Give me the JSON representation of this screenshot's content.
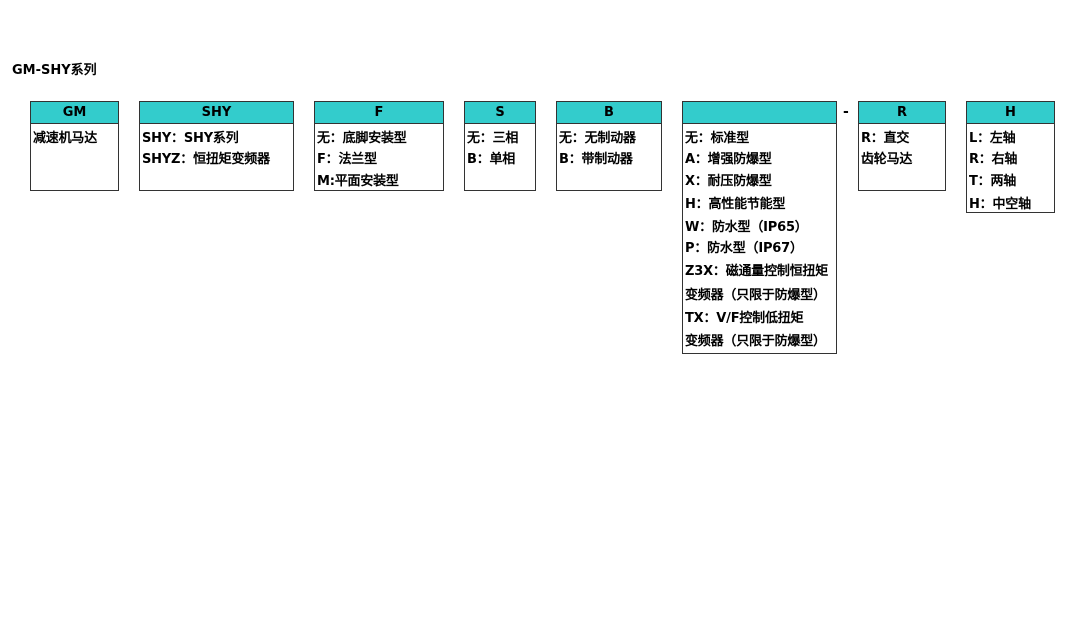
{
  "title": "GM-SHY系列",
  "separator": "-",
  "columns": [
    {
      "code": "GM",
      "lines": [
        "减速机马达"
      ]
    },
    {
      "code": "SHY",
      "lines": [
        "SHY：SHY系列",
        "SHYZ：恒扭矩变频器"
      ]
    },
    {
      "code": "F",
      "lines": [
        "无：底脚安装型",
        "F：法兰型",
        "M:平面安装型"
      ]
    },
    {
      "code": "S",
      "lines": [
        "无：三相",
        "B：单相"
      ]
    },
    {
      "code": "B",
      "lines": [
        "无：无制动器",
        "B：带制动器"
      ]
    },
    {
      "code": "",
      "lines": [
        "无：标准型",
        "A：增强防爆型",
        "X：耐压防爆型",
        "H：高性能节能型",
        "W：防水型（IP65）",
        "P：防水型（IP67）",
        "Z3X：磁通量控制恒扭矩",
        "变频器（只限于防爆型）",
        "TX：V/F控制低扭矩",
        "变频器（只限于防爆型）"
      ]
    },
    {
      "code": "R",
      "lines": [
        "R：直交",
        "齿轮马达"
      ]
    },
    {
      "code": "H",
      "lines": [
        "L：左轴",
        "R：右轴",
        "T：两轴",
        "H：中空轴"
      ]
    }
  ]
}
